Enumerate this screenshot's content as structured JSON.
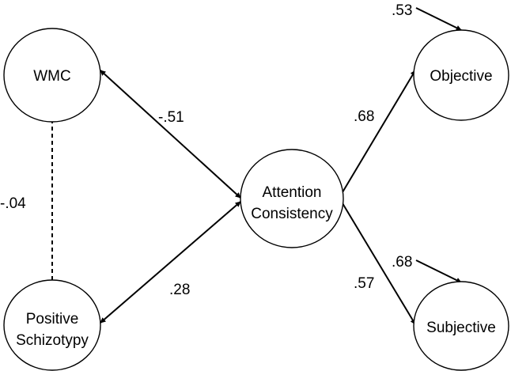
{
  "nodes": {
    "wmc": {
      "label": "WMC"
    },
    "positive_schizotypy": {
      "label_line1": "Positive",
      "label_line2": "Schizotypy"
    },
    "attention_consistency": {
      "label_line1": "Attention",
      "label_line2": "Consistency"
    },
    "objective": {
      "label": "Objective"
    },
    "subjective": {
      "label": "Subjective"
    }
  },
  "paths": {
    "wmc_attention": "-.51",
    "schizotypy_attention": ".28",
    "wmc_schizotypy": "-.04",
    "attention_objective": ".68",
    "attention_subjective": ".57",
    "objective_residual": ".53",
    "subjective_residual": ".68"
  }
}
